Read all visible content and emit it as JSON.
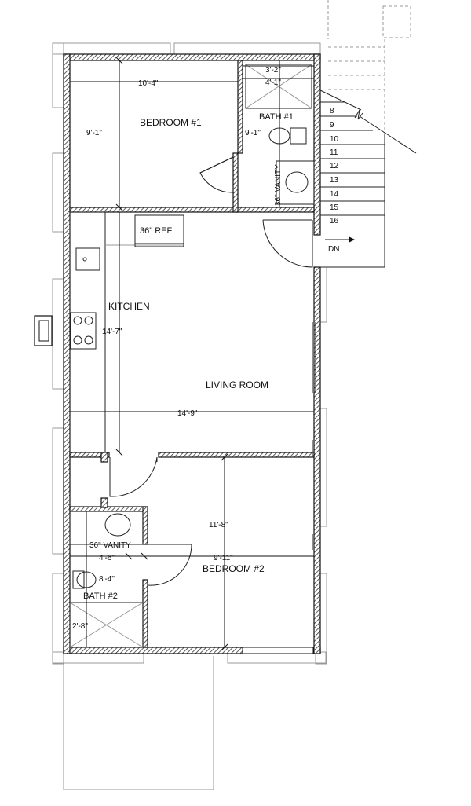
{
  "rooms": {
    "bedroom1": "BEDROOM #1",
    "bath1": "BATH #1",
    "kitchen": "KITCHEN",
    "living_room": "LIVING ROOM",
    "bedroom2": "BEDROOM #2",
    "bath2": "BATH #2"
  },
  "fixtures": {
    "ref": "36\" REF",
    "vanity1": "36\" VANITY",
    "vanity2": "36\" VANITY"
  },
  "dimensions": {
    "bedroom1_width": "10'-4\"",
    "bedroom1_depth": "9'-1\"",
    "bath1_width_a": "3'-2\"",
    "bath1_width_b": "4'-1\"",
    "bath1_depth": "9'-1\"",
    "kitchen_depth": "14'-7\"",
    "living_width": "14'-9\"",
    "bedroom2_depth": "11'-8\"",
    "bath2_width": "4'-6\"",
    "bedroom2_width": "9'-11\"",
    "bath2_depth": "8'-4\"",
    "shower2_width": "2'-8\""
  },
  "stairs": {
    "steps": [
      "8",
      "9",
      "10",
      "11",
      "12",
      "13",
      "14",
      "15",
      "16"
    ],
    "direction": "DN"
  }
}
